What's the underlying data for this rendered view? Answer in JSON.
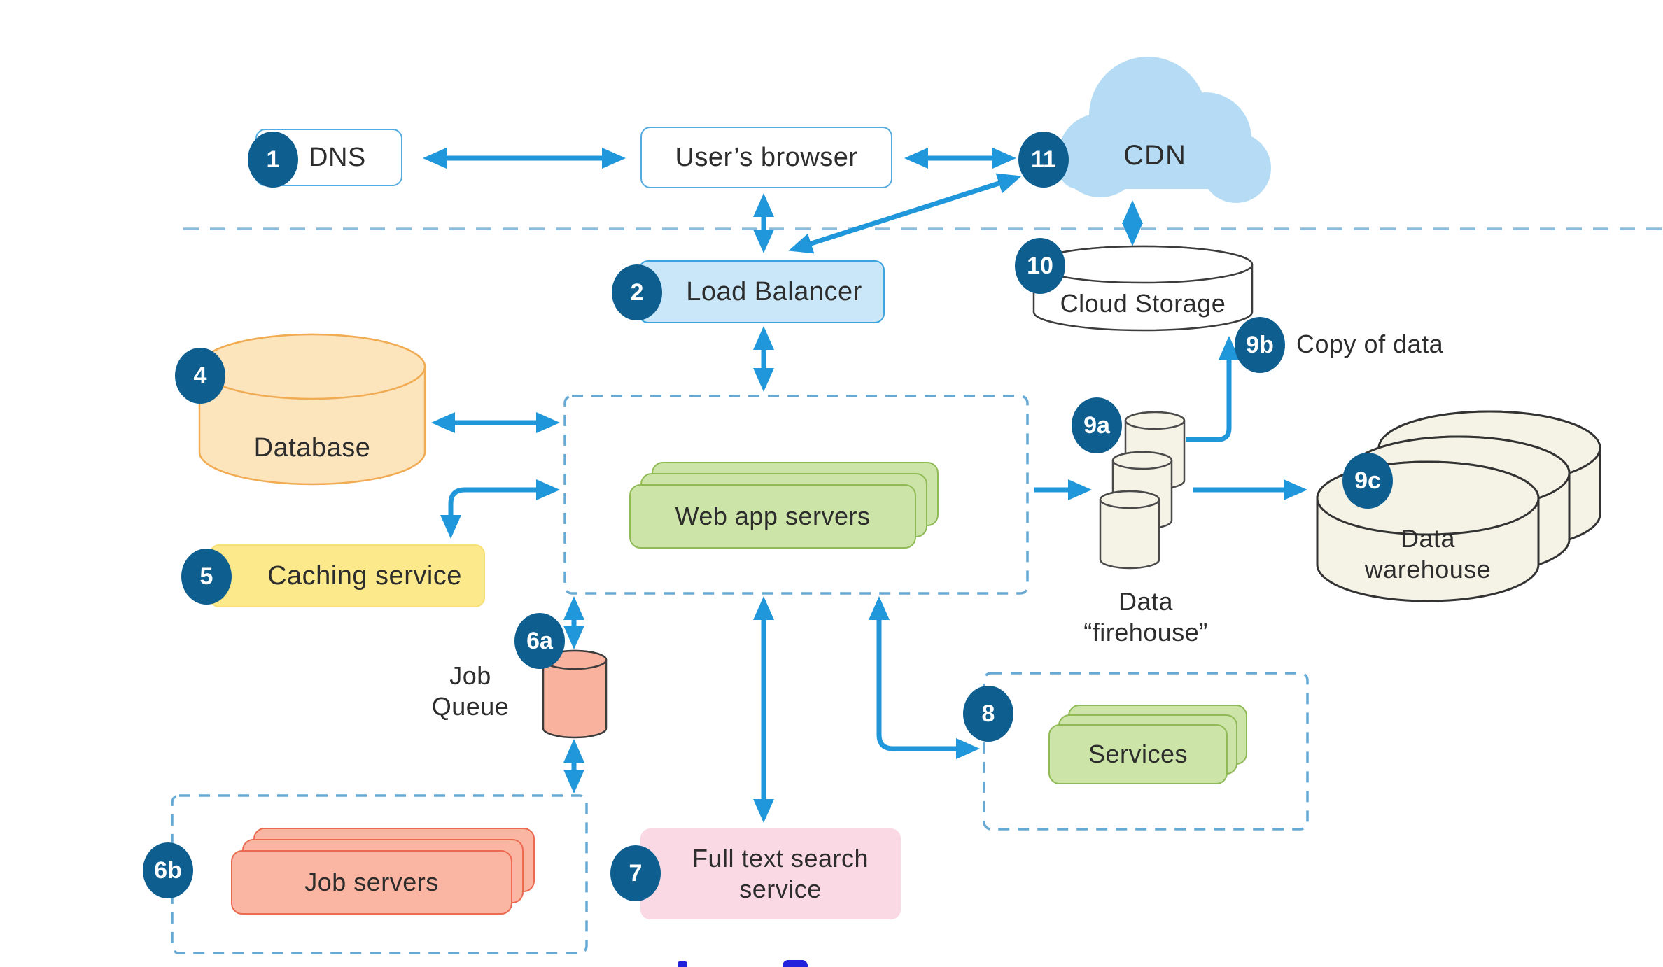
{
  "nodes": {
    "dns": {
      "badge": "1",
      "label": "DNS"
    },
    "browser": {
      "label": "User’s browser"
    },
    "cdn": {
      "badge": "11",
      "label": "CDN"
    },
    "load_balancer": {
      "badge": "2",
      "label": "Load Balancer"
    },
    "cloud_storage": {
      "badge": "10",
      "label": "Cloud Storage"
    },
    "copy_of_data": {
      "badge": "9b",
      "label": "Copy of data"
    },
    "database": {
      "badge": "4",
      "label": "Database"
    },
    "caching": {
      "badge": "5",
      "label": "Caching service"
    },
    "web_app_servers": {
      "label": "Web app servers"
    },
    "firehouse": {
      "badge": "9a",
      "label_line1": "Data",
      "label_line2": "“firehouse”"
    },
    "warehouse": {
      "badge": "9c",
      "label_line1": "Data",
      "label_line2": "warehouse"
    },
    "job_queue": {
      "badge": "6a",
      "label_line1": "Job",
      "label_line2": "Queue"
    },
    "job_servers": {
      "badge": "6b",
      "label": "Job servers"
    },
    "full_text_search": {
      "badge": "7",
      "label_line1": "Full text search",
      "label_line2": "service"
    },
    "services": {
      "badge": "8",
      "label": "Services"
    }
  },
  "colors": {
    "arrow_blue": "#1f97da",
    "badge_navy": "#0e5f90",
    "load_balancer_fill": "#c9e7f8",
    "cdn_cloud_fill": "#b5dcf4",
    "database_fill": "#fce4bd",
    "database_border": "#f1ab52",
    "caching_fill": "#fce98c",
    "green_fill": "#cde4a9",
    "green_border": "#8fba55",
    "salmon_fill": "#fbb6a3",
    "salmon_border": "#ea6b4f",
    "pink_fill": "#fbd9e4",
    "cream_fill": "#f5f2e6",
    "dashed_blue": "#66a9d4",
    "text": "#2d2d2d"
  }
}
